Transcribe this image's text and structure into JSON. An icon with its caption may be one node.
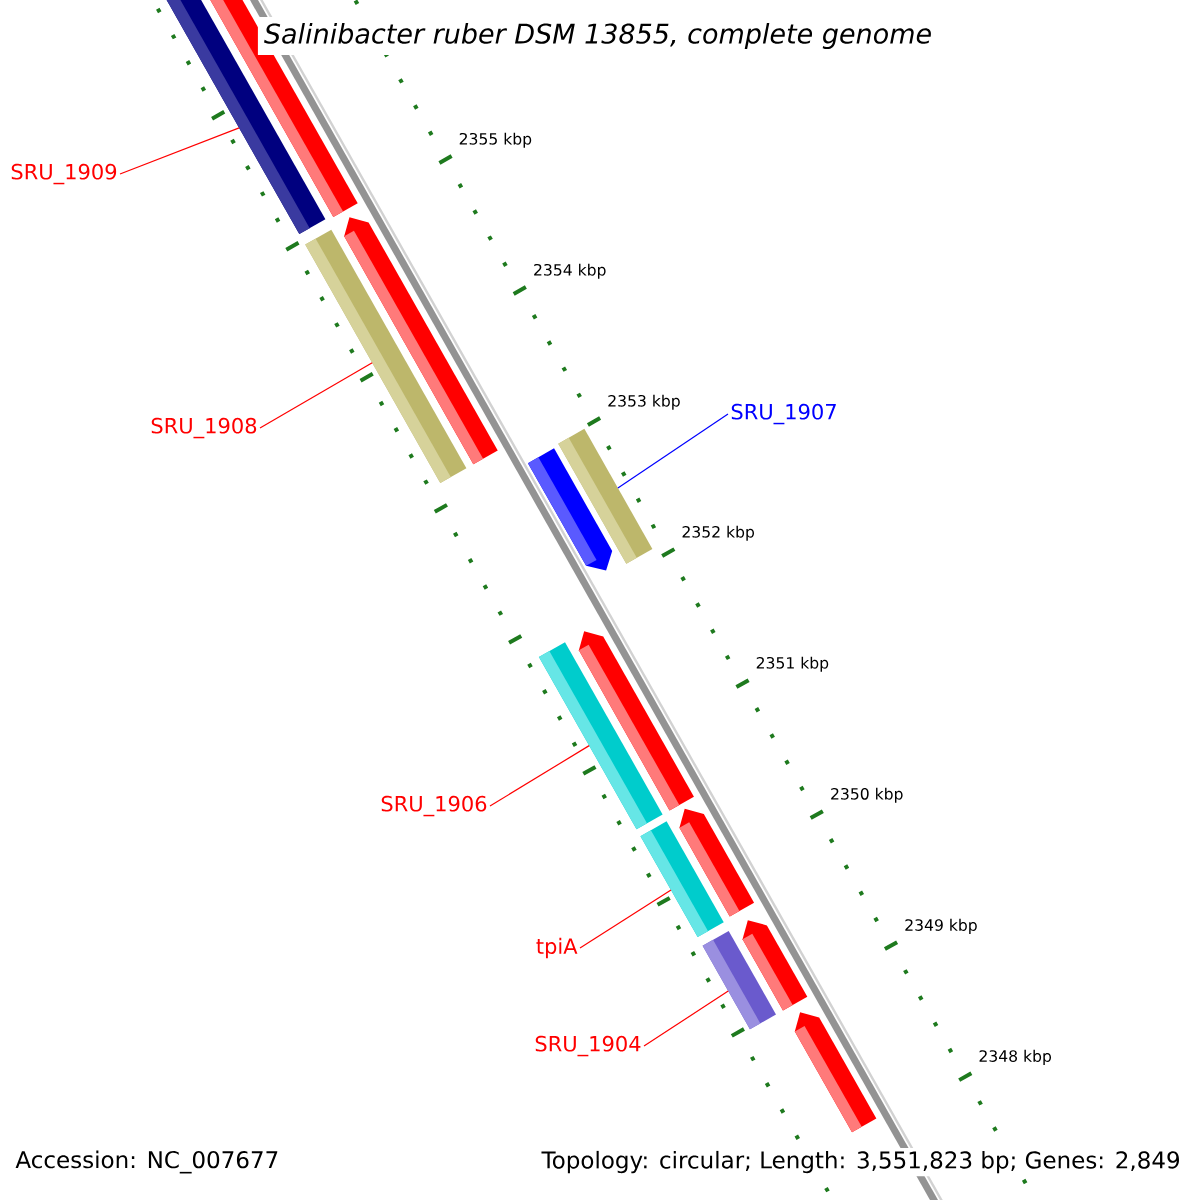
{
  "diagram": {
    "title": "Salinibacter ruber DSM 13855, complete genome",
    "nodes": [
      {
        "text": [
          "SRU_1909"
        ]
      },
      {
        "text": [],
        "shape": "bar"
      },
      {
        "text": [
          "SRU_1908"
        ]
      },
      {
        "text": [],
        "shape": "bar"
      },
      {
        "text": [
          "SRU_1907"
        ]
      },
      {
        "text": [],
        "shape": "bar"
      },
      {
        "text": [
          "SRU_1906"
        ]
      },
      {
        "text": [],
        "shape": "bar"
      },
      {
        "text": [
          "tpiA"
        ]
      },
      {
        "text": [],
        "shape": "bar"
      },
      {
        "text": [
          "SRU_1904"
        ]
      },
      {
        "text": [],
        "shape": "bar"
      },
      {
        "text": [],
        "shape": "bar"
      },
      {
        "text": [],
        "shape": "bar"
      },
      {
        "text": [],
        "shape": "bar"
      },
      {
        "text": [],
        "shape": "bar"
      },
      {
        "text": [],
        "shape": "bar"
      },
      {
        "text": [],
        "shape": "bar"
      },
      {
        "text": [],
        "shape": "bar"
      }
    ],
    "edges": [
      {
        "from": 0,
        "to": 1,
        "arrow": "none"
      },
      {
        "from": 2,
        "to": 3,
        "arrow": "none"
      },
      {
        "from": 4,
        "to": 5,
        "arrow": "none",
        "color": "#0000ff"
      },
      {
        "from": 6,
        "to": 7,
        "arrow": "none"
      },
      {
        "from": 8,
        "to": 9,
        "arrow": "none"
      },
      {
        "from": 10,
        "to": 11,
        "arrow": "none"
      }
    ],
    "labels": [
      "2355 kbp",
      "2354 kbp",
      "2353 kbp",
      "2352 kbp",
      "2351 kbp",
      "2350 kbp",
      "2349 kbp",
      "2348 kbp",
      "Accession: NC_007677",
      "Topology: circular; Length: 3,551,823 bp; Genes: 2,849"
    ]
  }
}
